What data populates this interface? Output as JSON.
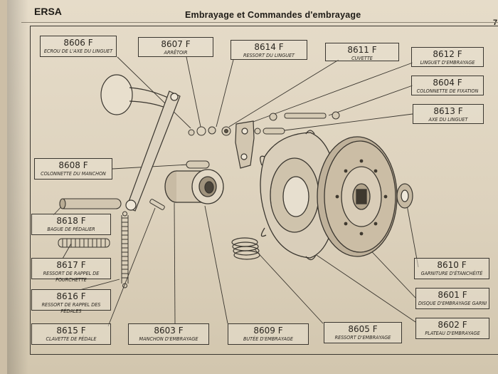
{
  "header": {
    "brand": "ERSA",
    "title": "Embrayage et Commandes d'embrayage",
    "page_number": "7"
  },
  "parts": [
    {
      "code": "8606 F",
      "desc": "ECROU DE L'AXE DU LINGUET"
    },
    {
      "code": "8607 F",
      "desc": "ARRÊTOIR"
    },
    {
      "code": "8614 F",
      "desc": "RESSORT DU LINGUET"
    },
    {
      "code": "8611 F",
      "desc": "CUVETTE"
    },
    {
      "code": "8612 F",
      "desc": "LINGUET D'EMBRAYAGE"
    },
    {
      "code": "8604 F",
      "desc": "COLONNETTE DE FIXATION"
    },
    {
      "code": "8613 F",
      "desc": "AXE DU LINGUET"
    },
    {
      "code": "8608 F",
      "desc": "COLONNETTE DU MANCHON"
    },
    {
      "code": "8618 F",
      "desc": "BAGUE DE PÉDALIER"
    },
    {
      "code": "8617 F",
      "desc": "RESSORT DE RAPPEL DE FOURCHETTE"
    },
    {
      "code": "8616 F",
      "desc": "RESSORT DE RAPPEL DES PÉDALES"
    },
    {
      "code": "8615 F",
      "desc": "CLAVETTE DE PÉDALE"
    },
    {
      "code": "8603 F",
      "desc": "MANCHON D'EMBRAYAGE"
    },
    {
      "code": "8609 F",
      "desc": "BUTÉE D'EMBRAYAGE"
    },
    {
      "code": "8605 F",
      "desc": "RESSORT D'EMBRAYAGE"
    },
    {
      "code": "8602 F",
      "desc": "PLATEAU D'EMBRAYAGE"
    },
    {
      "code": "8610 F",
      "desc": "GARNITURE D'ÉTANCHÉITÉ"
    },
    {
      "code": "8601 F",
      "desc": "DISQUE D'EMBRAYAGE GARNI"
    }
  ]
}
